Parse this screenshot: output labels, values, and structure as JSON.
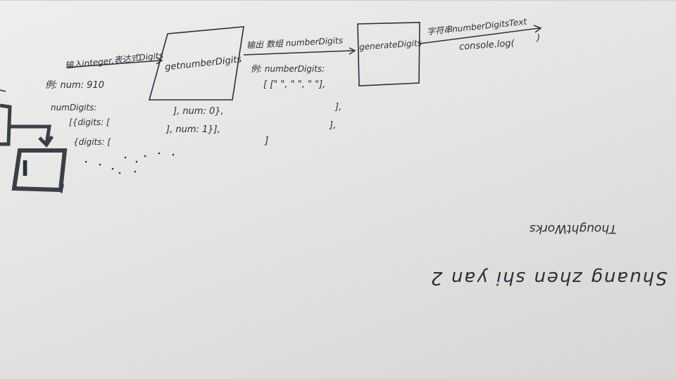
{
  "sketch": {
    "input_label": "输入integer,表达式Digits",
    "example_num": "例: num: 910",
    "example_digits_key": "numDigits:",
    "digit_row1": "[{digits: [",
    "digit_row2": "{digits: [",
    "digit_row1_end": "],  num: 0},",
    "digit_row2_end": "],  num: 1}],",
    "box1_label": "getnumberDigits",
    "output1_label": "输出 数组 numberDigits",
    "example2_key": "例: numberDigits:",
    "example2_row1": "[ [\" \", \" \", \" \"],",
    "example2_row2_end": "],",
    "example2_row3_end": "],",
    "example2_close": "]",
    "box2_label": "generateDigits",
    "output2_label": "字符串numberDigitsText",
    "console_label": "console.log(",
    "console_close": ")",
    "upside_line1": "ThoughtWorks",
    "upside_line2": "Shuang zhen shi yan 2",
    "num_I": "I"
  }
}
